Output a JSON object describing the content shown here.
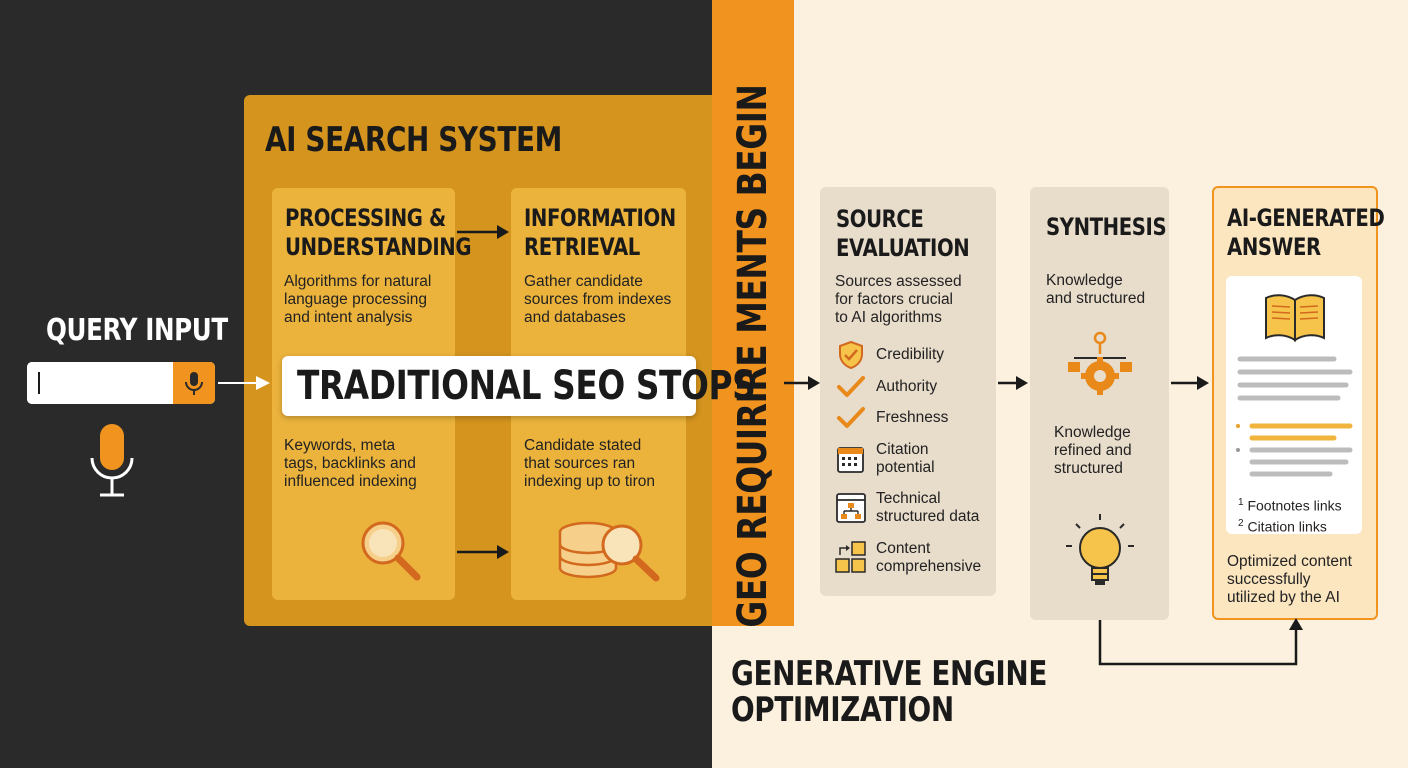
{
  "ai_system": {
    "title": "AI SEARCH SYSTEM"
  },
  "processing": {
    "title_line1": "PROCESSING &",
    "title_line2": "UNDERSTANDING",
    "description": [
      "Algorithms for natural",
      "language processing",
      "and intent analysis"
    ],
    "seo_note": [
      "Keywords, meta",
      "tags, backlinks and",
      "influenced indexing"
    ]
  },
  "retrieval": {
    "title_line1": "INFORMATION",
    "title_line2": "RETRIEVAL",
    "description": [
      "Gather candidate",
      "sources from indexes",
      "and databases"
    ],
    "seo_note": [
      "Candidate stated",
      "that sources ran",
      "indexing up to tiron"
    ]
  },
  "traditional_seo": {
    "label": "TRADITIONAL SEO STOPS"
  },
  "geo_band": {
    "label": "GEO REQUIRIRE MENTS BEGIN"
  },
  "query": {
    "label": "QUERY INPUT",
    "value": ""
  },
  "source_evaluation": {
    "title_line1": "SOURCE",
    "title_line2": "EVALUATION",
    "description": [
      "Sources assessed",
      "for factors crucial",
      "to AI algorithms"
    ],
    "factors": [
      {
        "icon": "shield-check-icon",
        "lines": [
          "Credibility"
        ]
      },
      {
        "icon": "checkmark-icon",
        "lines": [
          "Authority"
        ]
      },
      {
        "icon": "checkmark-icon",
        "lines": [
          "Freshness"
        ]
      },
      {
        "icon": "calendar-icon",
        "lines": [
          "Citation",
          "potential"
        ]
      },
      {
        "icon": "structured-data-icon",
        "lines": [
          "Technical",
          "structured data"
        ]
      },
      {
        "icon": "content-blocks-icon",
        "lines": [
          "Content",
          "comprehensive"
        ]
      }
    ]
  },
  "synthesis": {
    "title": "SYNTHESIS",
    "description": [
      "Knowledge",
      "and structured"
    ],
    "note": [
      "Knowledge",
      "refined and",
      "structured"
    ]
  },
  "answer": {
    "title_line1": "AI-GENERATED",
    "title_line2": "ANSWER",
    "footnotes": [
      {
        "num": "1",
        "text": "Footnotes links"
      },
      {
        "num": "2",
        "text": "Citation links"
      }
    ],
    "summary": [
      "Optimized content",
      "successfully",
      "utilized by the AI"
    ]
  },
  "geo_footer": {
    "line1": "GENERATIVE ENGINE",
    "line2": "OPTIMIZATION"
  },
  "colors": {
    "dark_bg": "#2a2a2a",
    "light_bg": "#fbf1de",
    "accent_orange": "#f1931f",
    "system_box": "#d4941e",
    "card": "#ebb33c",
    "stage_box": "#e8dccb"
  }
}
